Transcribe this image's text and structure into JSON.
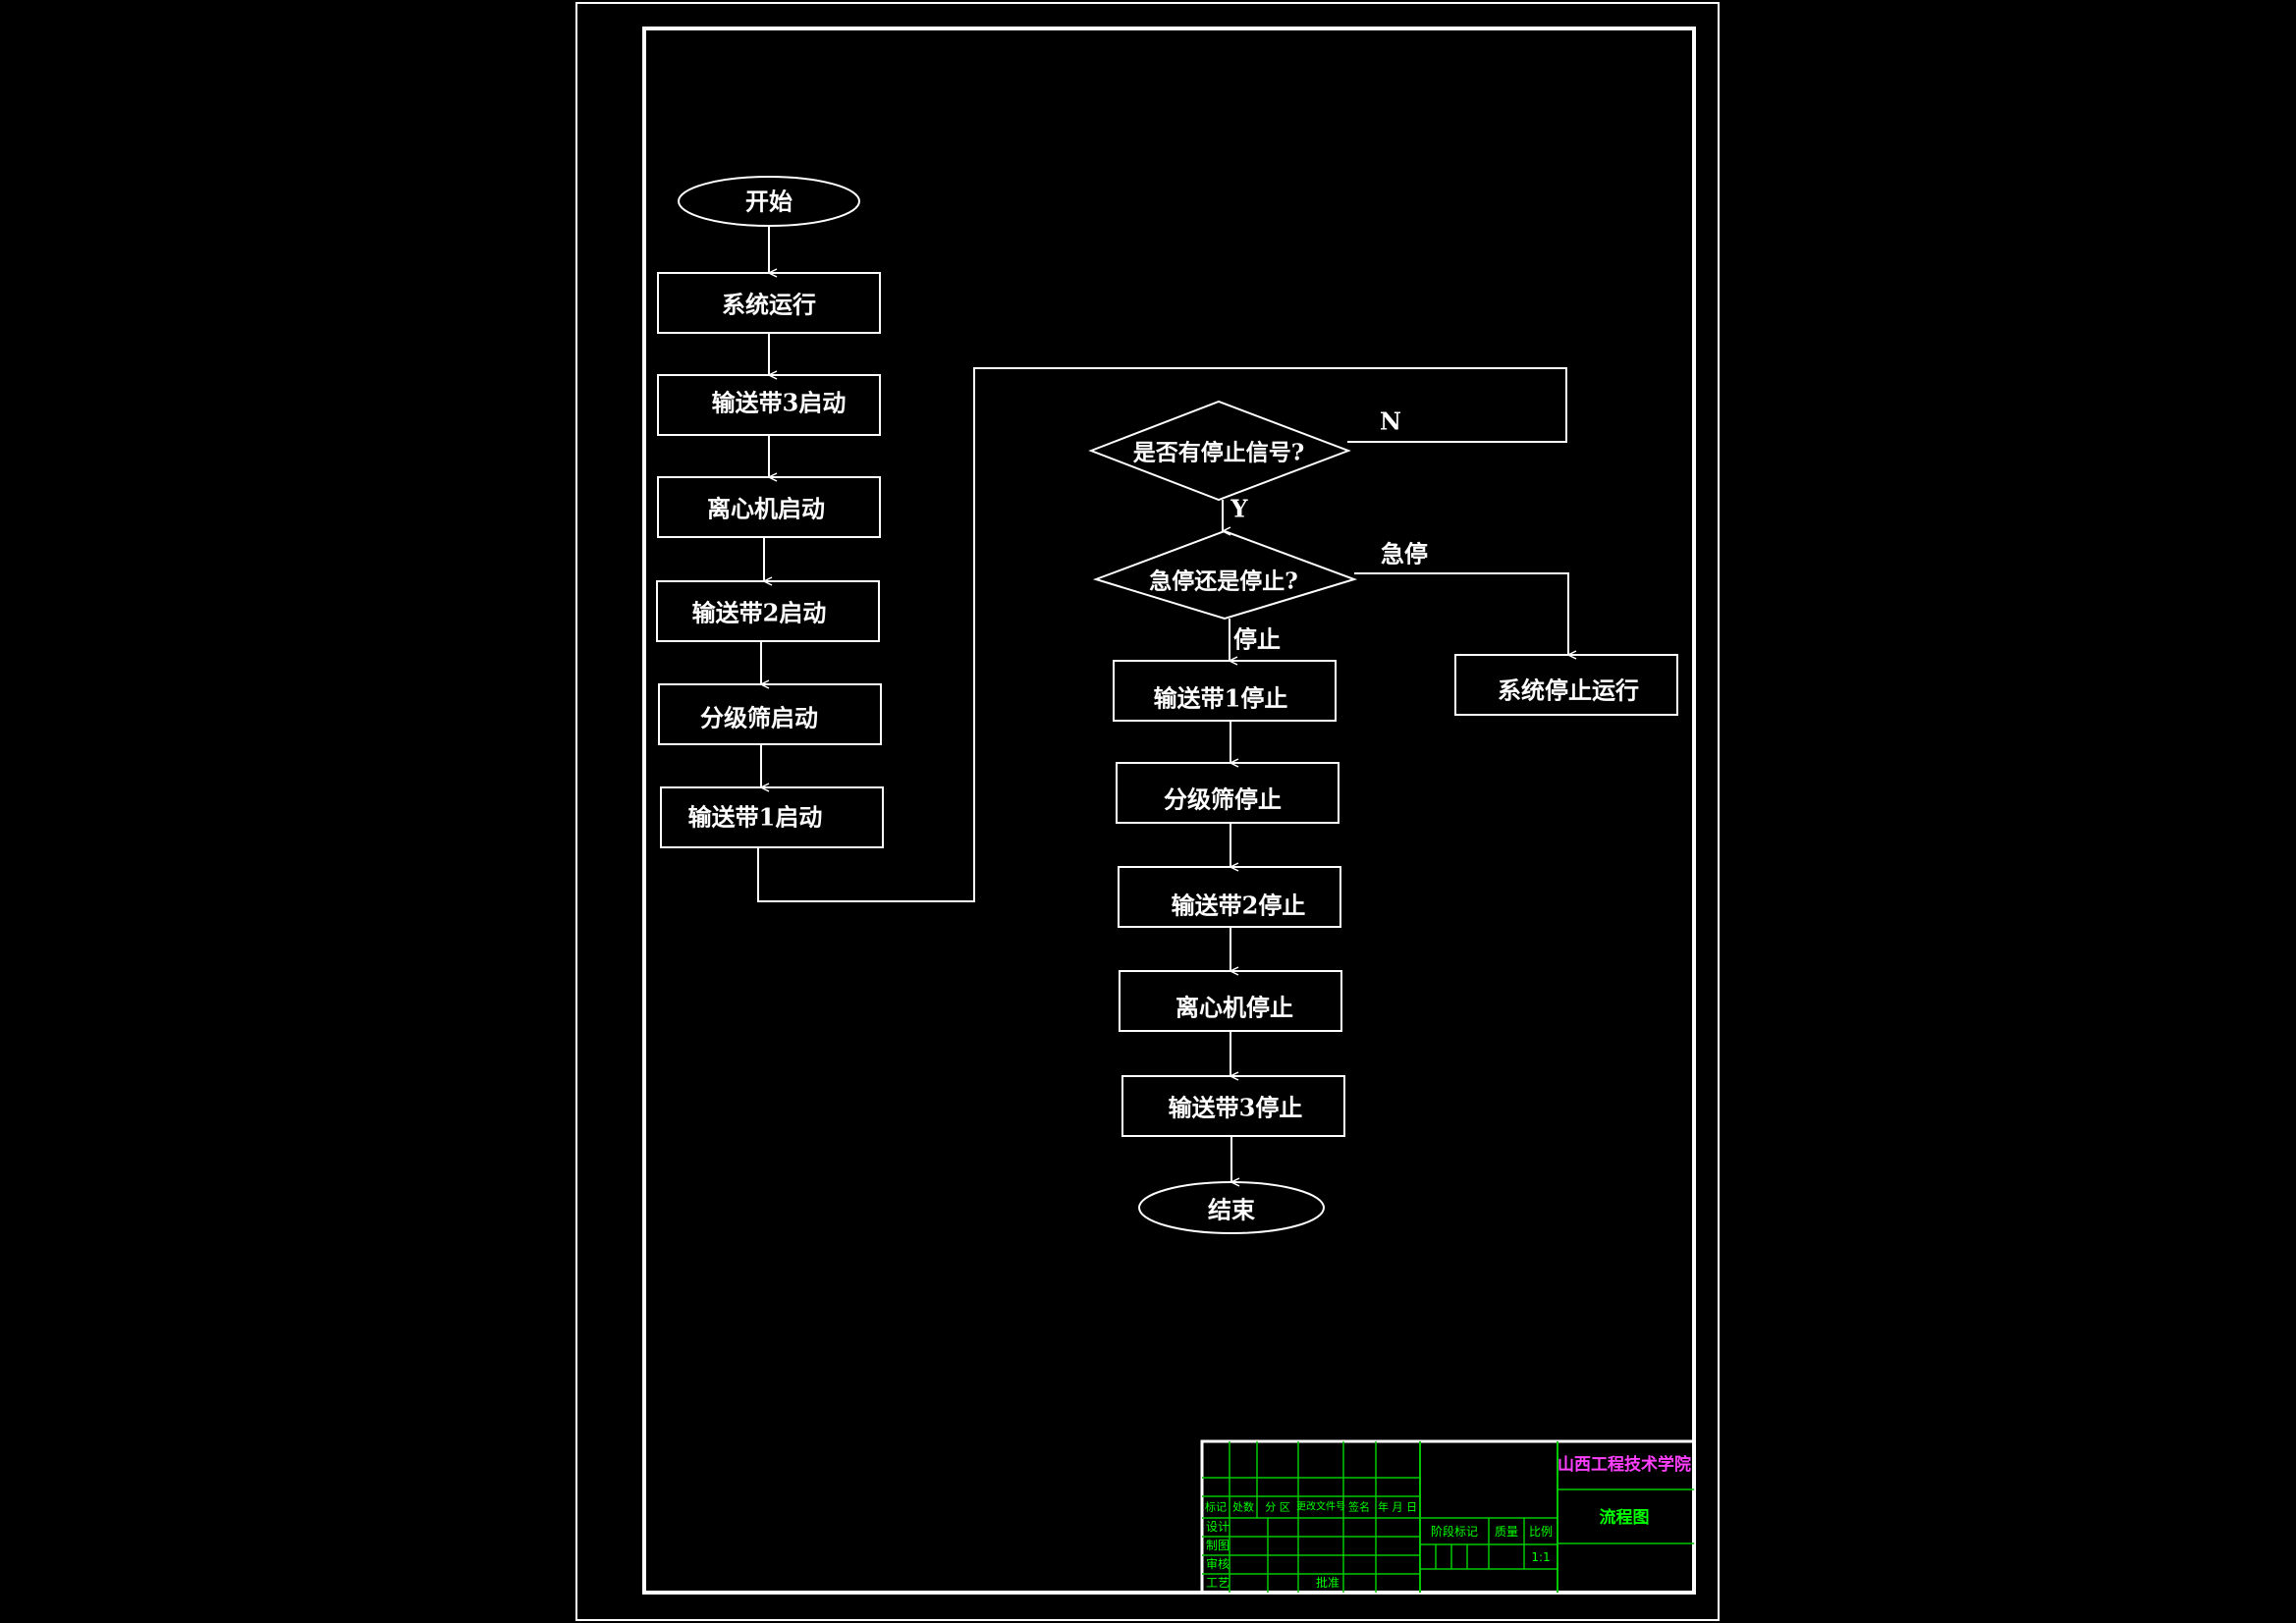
{
  "flow": {
    "start": "开始",
    "system_run": "系统运行",
    "belt3_start": "输送带3启动",
    "centrifuge_start": "离心机启动",
    "belt2_start": "输送带2启动",
    "screen_start": "分级筛启动",
    "belt1_start": "输送带1启动",
    "decision_stop_signal": "是否有停止信号?",
    "label_no": "N",
    "label_yes": "Y",
    "decision_emergency": "急停还是停止?",
    "label_emergency": "急停",
    "label_stop": "停止",
    "system_halt": "系统停止运行",
    "belt1_stop": "输送带1停止",
    "screen_stop": "分级筛停止",
    "belt2_stop": "输送带2停止",
    "centrifuge_stop": "离心机停止",
    "belt3_stop": "输送带3停止",
    "end": "结束"
  },
  "title_block": {
    "school": "山西工程技术学院",
    "drawing_title": "流程图",
    "header_cols": [
      "标记",
      "处数",
      "分 区",
      "更改文件号",
      "签名",
      "年 月 日"
    ],
    "role_design": "设计",
    "role_draw": "制图",
    "role_review": "审核",
    "role_process": "工艺",
    "role_approve": "批准",
    "stage_mark": "阶段标记",
    "weight": "质量",
    "scale_label": "比例",
    "scale_value": "1:1"
  }
}
